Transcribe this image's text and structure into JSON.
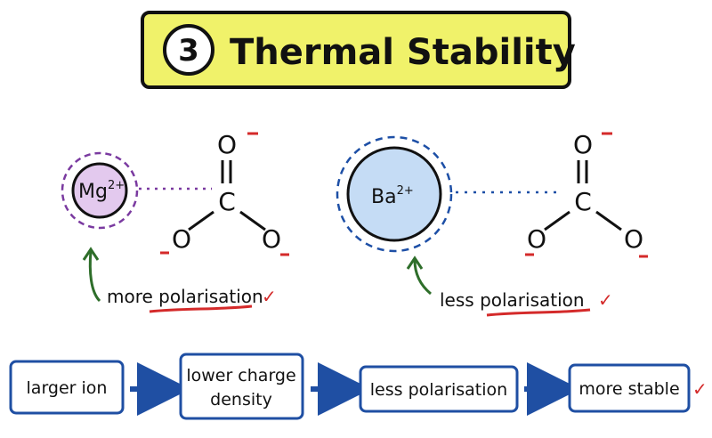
{
  "title": {
    "number": "3",
    "text": "Thermal Stability"
  },
  "left": {
    "ion_symbol": "Mg",
    "ion_charge": "2+",
    "carbonate": {
      "top_O": "O",
      "carbon": "C",
      "left_O": "O",
      "right_O": "O"
    },
    "caption_pre": "more ",
    "caption_key": "polarisation",
    "tick": "✓"
  },
  "right": {
    "ion_symbol": "Ba",
    "ion_charge": "2+",
    "carbonate": {
      "top_O": "O",
      "carbon": "C",
      "left_O": "O",
      "right_O": "O"
    },
    "caption_pre": "less ",
    "caption_key": "polarisation",
    "tick": "✓"
  },
  "flow": {
    "step1": "larger ion",
    "step2_line1": "lower charge",
    "step2_line2": "density",
    "step3": "less polarisation",
    "step4": "more stable",
    "tick": "✓"
  },
  "colors": {
    "title_fill": "#f0f26a",
    "mg_fill": "#e3c9ee",
    "mg_ring": "#7a3aa0",
    "ba_fill": "#c5dcf5",
    "ba_ring": "#1d4fa6",
    "arrow_green": "#2e6e2a",
    "flow_blue": "#1f4fa3",
    "accent_red": "#d42a2a"
  }
}
